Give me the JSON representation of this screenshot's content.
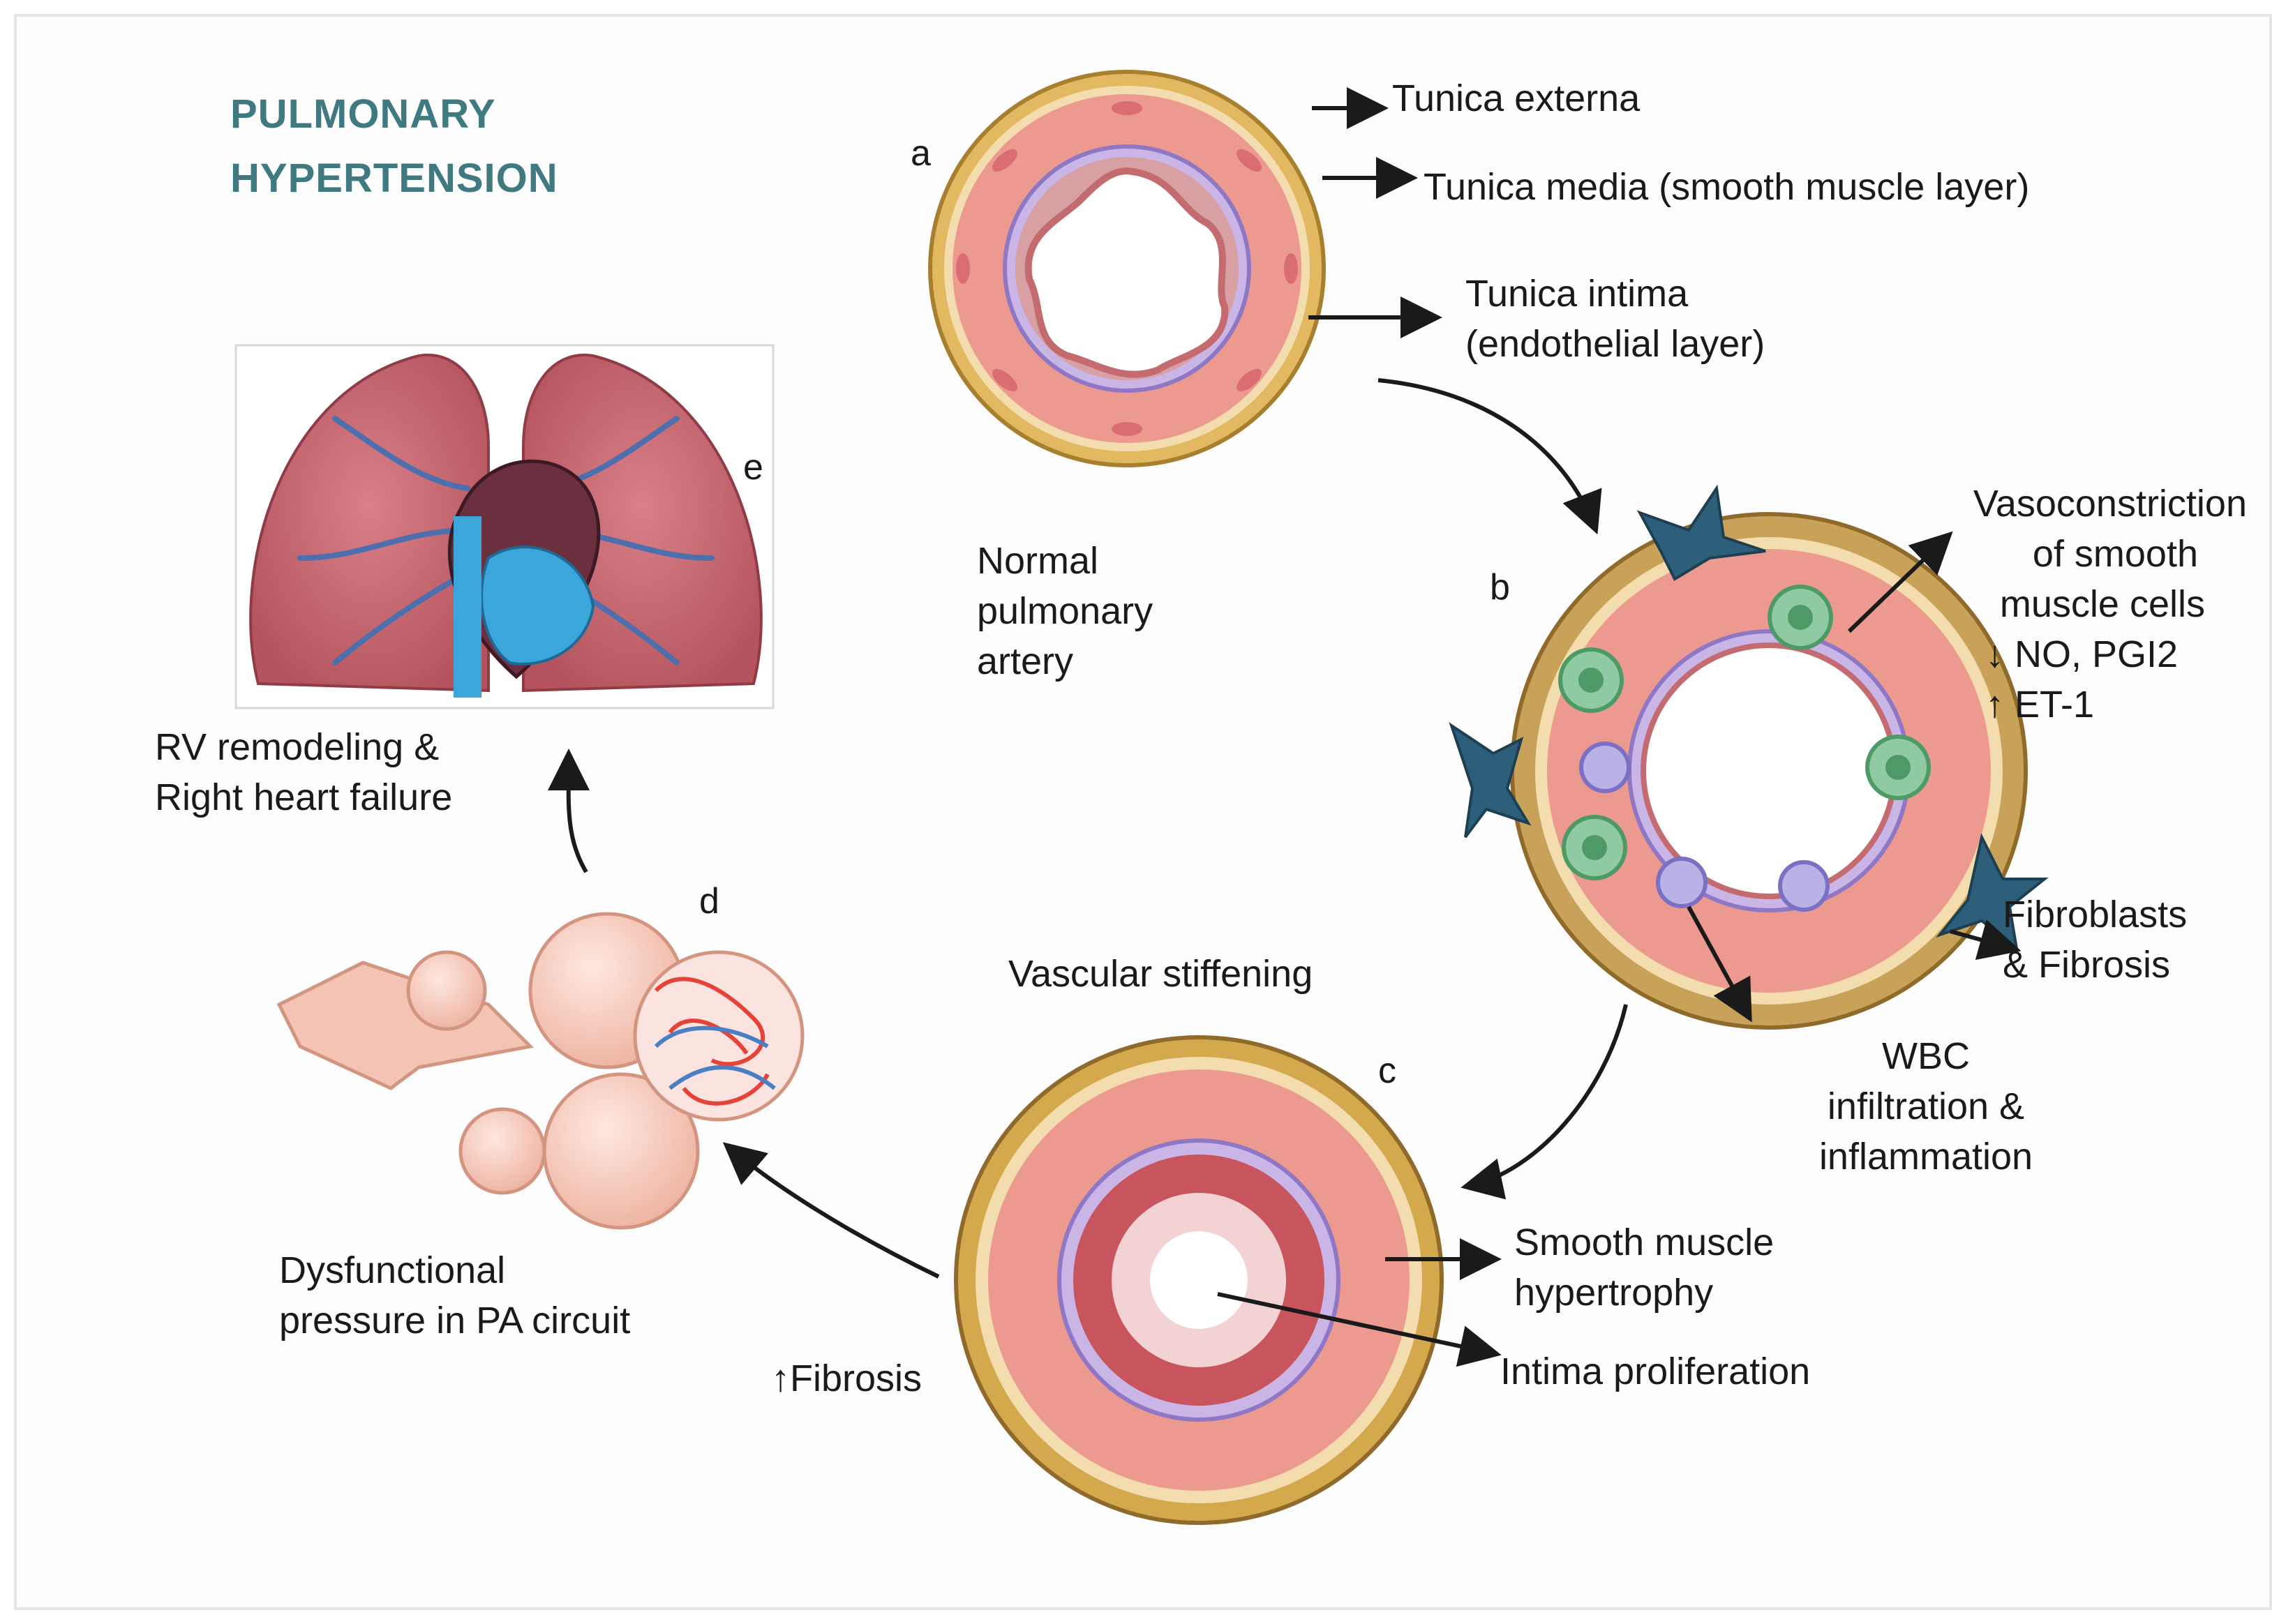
{
  "title": {
    "line1": "PULMONARY",
    "line2": "HYPERTENSION"
  },
  "panels": {
    "a": "a",
    "b": "b",
    "c": "c",
    "d": "d",
    "e": "e"
  },
  "labels_a": {
    "externa": "Tunica externa",
    "media": "Tunica media (smooth muscle layer)",
    "intima_1": "Tunica intima",
    "intima_2": "(endothelial layer)",
    "normal_1": "Normal",
    "normal_2": "pulmonary",
    "normal_3": "artery"
  },
  "labels_b": {
    "vaso_1": "Vasoconstriction",
    "vaso_2": "of smooth",
    "vaso_3": "muscle cells",
    "vaso_4": "↓ NO, PGI2",
    "vaso_5": "↑ ET-1",
    "fibro_1": "Fibroblasts",
    "fibro_2": "& Fibrosis",
    "wbc_1": "WBC",
    "wbc_2": "infiltration &",
    "wbc_3": "inflammation"
  },
  "labels_c": {
    "stiff": "Vascular stiffening",
    "smooth_1": "Smooth muscle",
    "smooth_2": "hypertrophy",
    "intima": "Intima proliferation",
    "fibrosis": "↑Fibrosis"
  },
  "labels_d": {
    "dys_1": "Dysfunctional",
    "dys_2": "pressure in PA circuit"
  },
  "labels_e": {
    "rv_1": "RV remodeling &",
    "rv_2": "Right heart failure"
  },
  "colors": {
    "title": "#3e7a80",
    "externa": "#e2b860",
    "media": "#ec9a90",
    "intima": "#b9a8dc",
    "fibroblast": "#2e5f7a",
    "lung": "#c96a72",
    "vein_blue": "#4aa0d8",
    "alveoli": "#f3c3b4"
  }
}
